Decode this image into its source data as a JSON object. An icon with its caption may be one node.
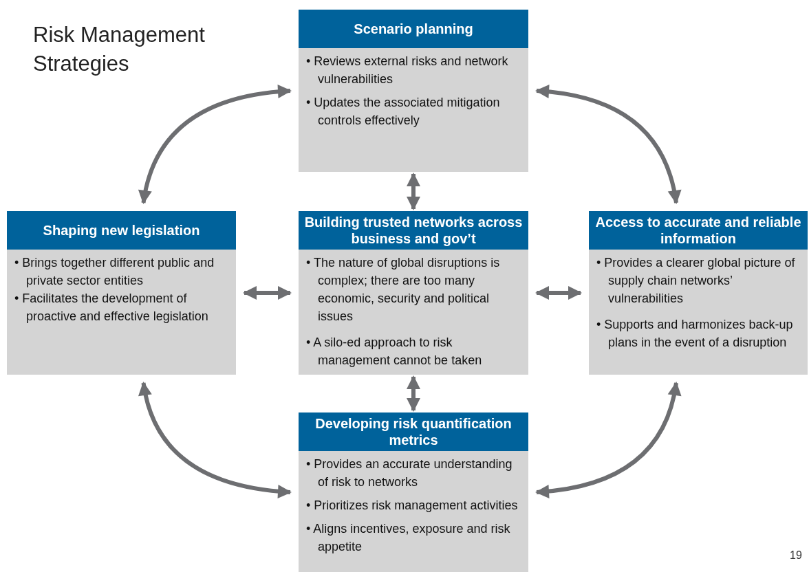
{
  "diagram": {
    "title": "Risk Management Strategies",
    "nodes": [
      {
        "text": [
          "Scenario planning",
          "• Reviews external risks and network vulnerabilities",
          "• Updates the associated mitigation controls effectively"
        ]
      },
      {
        "text": [
          "Shaping new legislation",
          "• Brings together different public and private sector entities",
          "• Facilitates the development of proactive and effective legislation"
        ]
      },
      {
        "text": [
          "Building trusted networks across business and gov’t",
          "• The nature of global disruptions is complex; there are too many economic, security and political issues",
          "• A silo-ed approach to risk management cannot be taken"
        ]
      },
      {
        "text": [
          "Access to accurate and reliable information",
          "• Provides a clearer global picture of supply chain networks’ vulnerabilities",
          "• Supports and harmonizes back-up plans in the event of a disruption"
        ]
      },
      {
        "text": [
          "Developing risk quantification metrics",
          "• Provides an accurate understanding of risk to networks",
          "• Prioritizes risk management activities",
          "• Aligns incentives, exposure and risk appetite"
        ]
      }
    ],
    "edges": [
      {
        "from": 0,
        "to": 1,
        "arrow": "both"
      },
      {
        "from": 0,
        "to": 3,
        "arrow": "both"
      },
      {
        "from": 0,
        "to": 2,
        "arrow": "both"
      },
      {
        "from": 1,
        "to": 2,
        "arrow": "both"
      },
      {
        "from": 2,
        "to": 3,
        "arrow": "both"
      },
      {
        "from": 2,
        "to": 4,
        "arrow": "both"
      },
      {
        "from": 1,
        "to": 4,
        "arrow": "both"
      },
      {
        "from": 3,
        "to": 4,
        "arrow": "both"
      }
    ],
    "labels": [
      "19"
    ]
  }
}
